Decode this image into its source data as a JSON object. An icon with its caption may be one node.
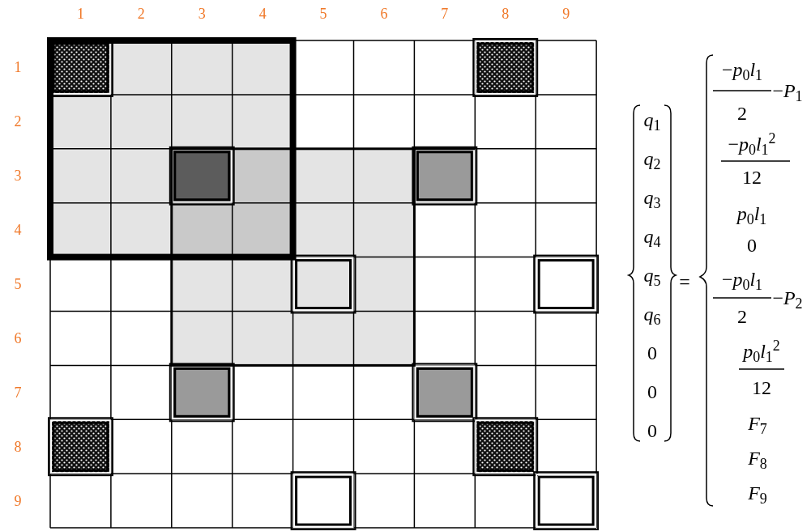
{
  "diagram": {
    "labels": [
      "1",
      "2",
      "3",
      "4",
      "5",
      "6",
      "7",
      "8",
      "9",
      "1",
      "2",
      "3",
      "4",
      "5",
      "6",
      "7",
      "8",
      "9",
      "*q*$_{1}$",
      "*q*$_{2}$",
      "*q*$_{3}$",
      "*q*$_{4}$",
      "*q*$_{5}$",
      "*q*$_{6}$",
      "0",
      "0",
      "0",
      "=",
      "−*p*$_{0}$*l*$_{1}$",
      "2",
      "−*P*$_{1}$",
      "−*p*$_{0}$*l*$_{1}$$^{2}$",
      "12",
      "*p*$_{0}$*l*$_{1}$",
      "0",
      "−*p*$_{0}$*l*$_{1}$",
      "2",
      "−*P*$_{2}$",
      "*p*$_{0}$*l*$_{1}$$^{2}$",
      "12",
      "*F*$_{7}$",
      "*F*$_{8}$",
      "*F*$_{9}$"
    ]
  }
}
